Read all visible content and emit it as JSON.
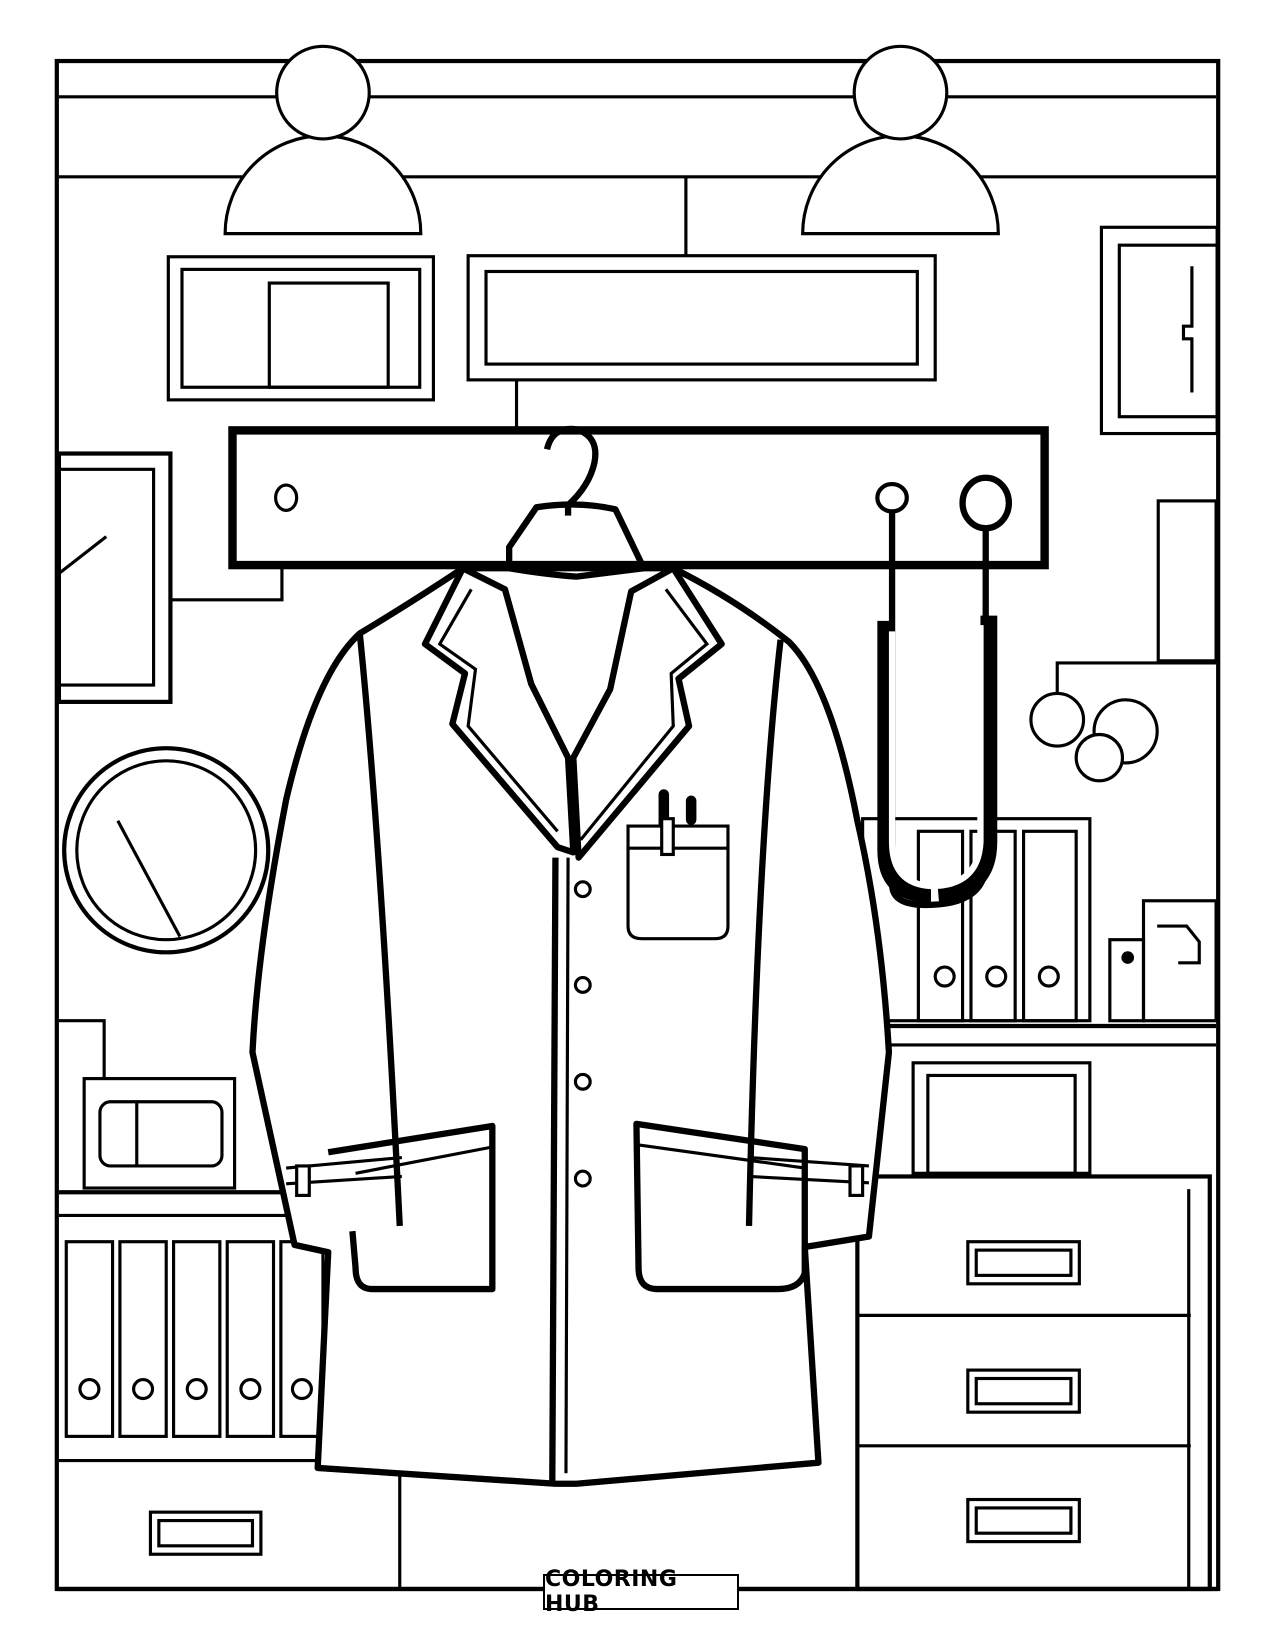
{
  "page": {
    "type": "coloring-page",
    "subject": "Doctor's lab coat hanging on a wall rack in a medical office",
    "brand_label": "COLORING HUB"
  },
  "scene": {
    "elements": [
      "ceiling-lamp-left",
      "ceiling-lamp-right",
      "wall-frame-left",
      "wall-frame-center",
      "wall-cabinet-right",
      "coat-rack",
      "hanger",
      "lab-coat",
      "stethoscope",
      "wall-clock",
      "binders-left",
      "binders-right",
      "drawer-cabinet-right",
      "drawer-left",
      "bell-decoration"
    ]
  },
  "colors": {
    "line": "#000000",
    "background": "#ffffff"
  }
}
